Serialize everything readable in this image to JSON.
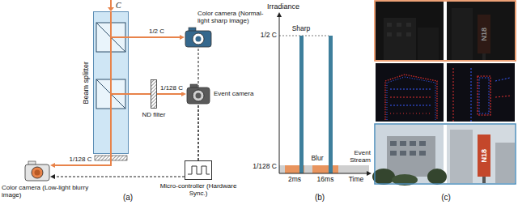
{
  "diagram": {
    "nodes": [
      {
        "text": [
          "Beam splitter"
        ]
      },
      {
        "text": [
          "Color camera (Normal-light sharp image)"
        ]
      },
      {
        "text": [
          "ND filter"
        ]
      },
      {
        "text": [
          "Event camera"
        ]
      },
      {
        "text": [
          "Color camera (Low-light blurry image)"
        ]
      },
      {
        "text": [
          "Micro-controller (Hardware Sync.)"
        ]
      }
    ],
    "edges": [
      {
        "from": 0,
        "to": 1,
        "arrow": "to",
        "label": "1/2 C"
      },
      {
        "from": 0,
        "to": 2,
        "arrow": "none"
      },
      {
        "from": 2,
        "to": 3,
        "arrow": "to",
        "label": "1/128 C"
      },
      {
        "from": 0,
        "to": 4,
        "arrow": "to",
        "label": "1/128 C"
      },
      {
        "from": 5,
        "to": 1,
        "arrow": "none"
      },
      {
        "from": 5,
        "to": 3,
        "arrow": "none"
      },
      {
        "from": 5,
        "to": 4,
        "arrow": "to"
      }
    ],
    "labels": [
      "C",
      "(a)",
      "Irradiance",
      "1/2 C",
      "Sharp",
      "Blur",
      "1/128 C",
      "Event Stream",
      "2ms",
      "16ms",
      "Time",
      "(b)",
      "N18",
      "N18",
      "(c)"
    ]
  }
}
